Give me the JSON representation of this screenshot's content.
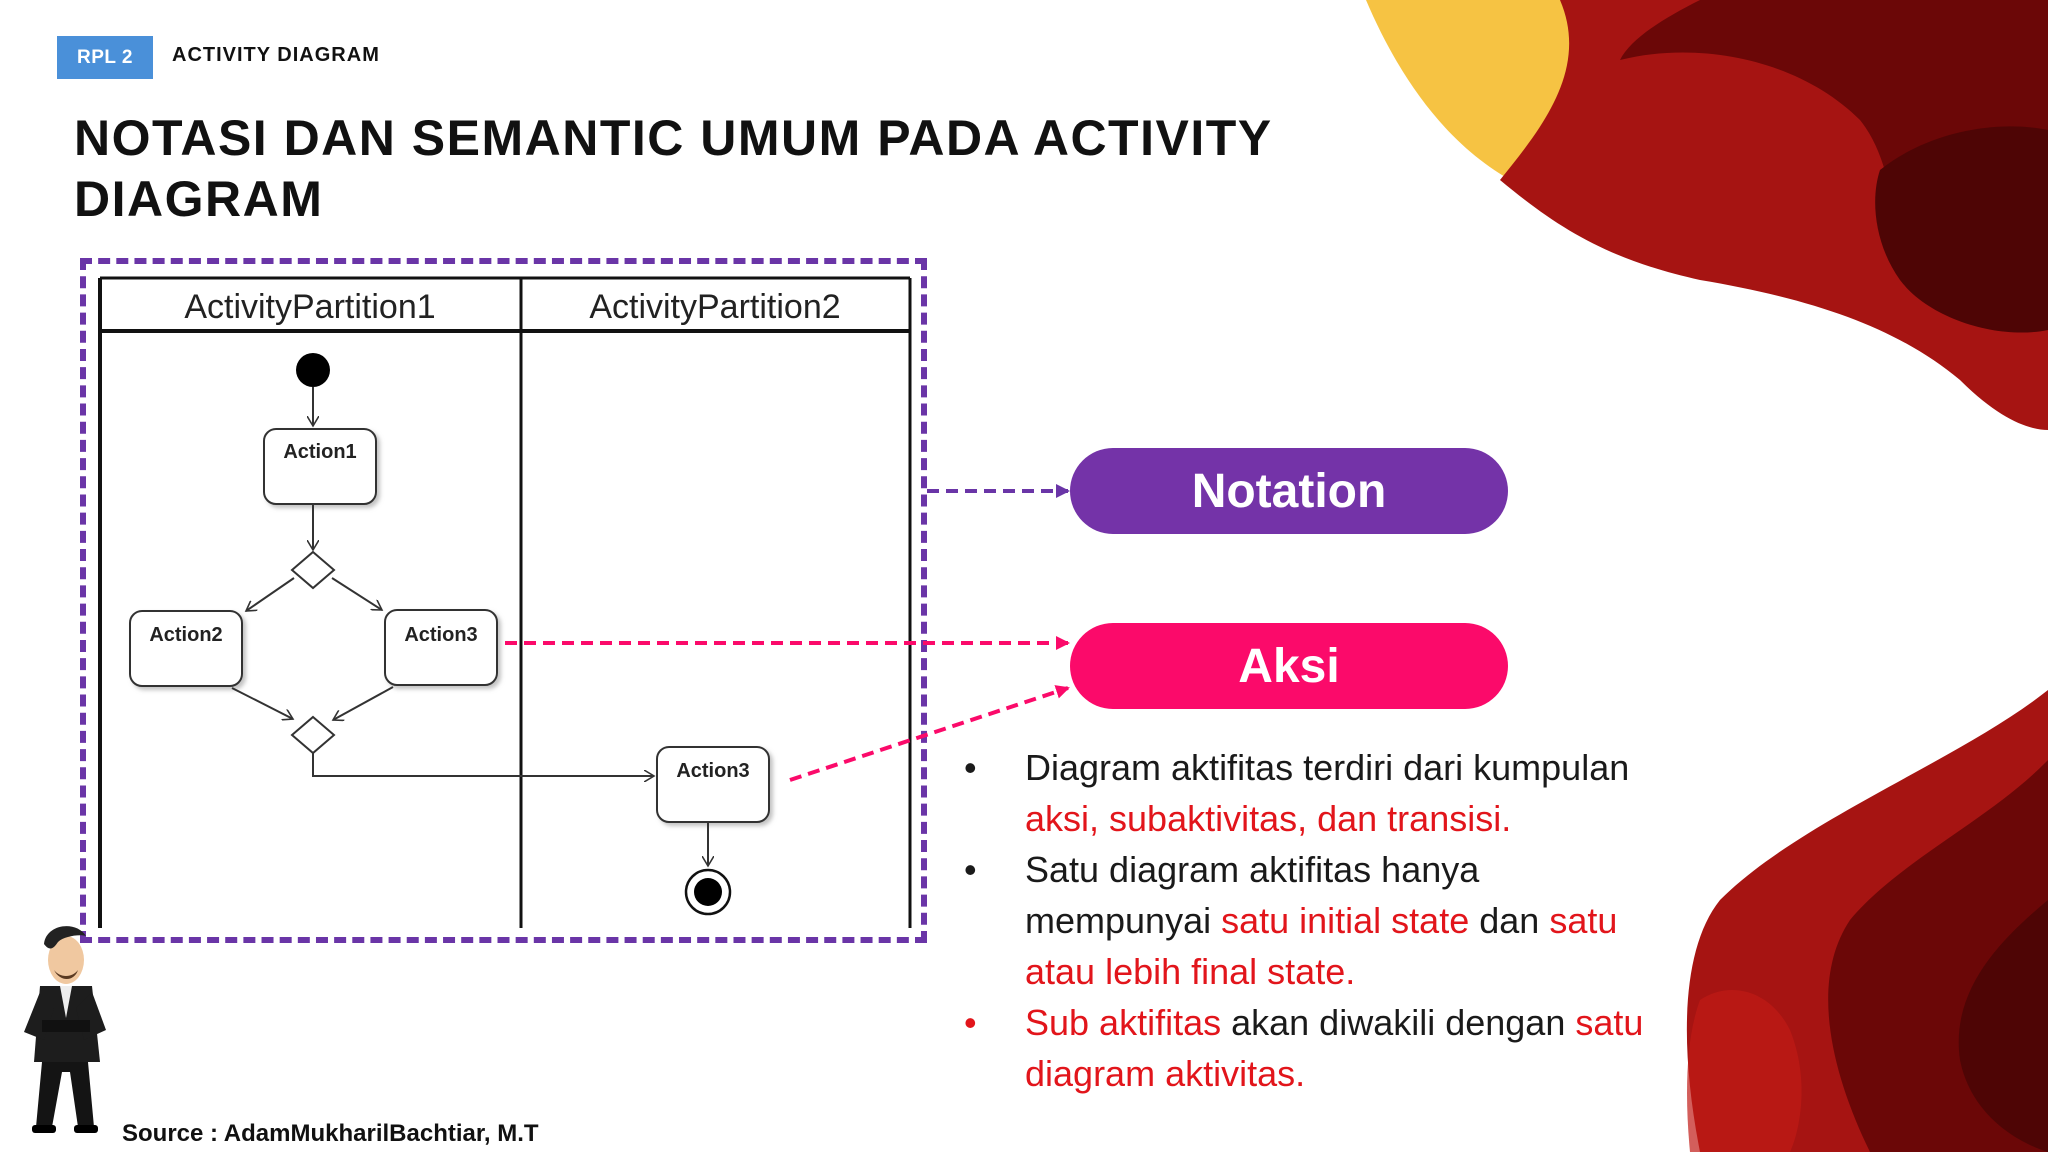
{
  "header": {
    "badge": "RPL 2",
    "section": "ACTIVITY DIAGRAM",
    "title": "NOTASI DAN SEMANTIC UMUM PADA ACTIVITY DIAGRAM"
  },
  "diagram": {
    "partitions": [
      "ActivityPartition1",
      "ActivityPartition2"
    ],
    "actions": {
      "action1": "Action1",
      "action2": "Action2",
      "action3a": "Action3",
      "action3b": "Action3"
    }
  },
  "callouts": {
    "notation": "Notation",
    "aksi": "Aksi"
  },
  "bullets": [
    {
      "marker": "•",
      "p1": "Diagram aktifitas terdiri dari kumpulan ",
      "r1": "aksi, subaktivitas, dan transisi.",
      "p2": "",
      "r2": ""
    },
    {
      "marker": "•",
      "p1": "Satu diagram aktifitas hanya mempunyai ",
      "r1": "satu initial state",
      "p2": " dan ",
      "r2": "satu atau lebih final state."
    },
    {
      "marker": "•",
      "p1": "",
      "r1": "Sub aktifitas",
      "p2": " akan diwakili dengan ",
      "r2": "satu diagram aktivitas."
    }
  ],
  "source": "Source : AdamMukharilBachtiar, M.T",
  "colors": {
    "badge": "#4a90d9",
    "frame": "#6a35a7",
    "notation": "#7433a8",
    "aksi": "#fb0a6a",
    "highlight": "#e2151b",
    "deco_yellow": "#f6c343",
    "deco_red": "#a61412",
    "deco_dark": "#6b0707"
  }
}
